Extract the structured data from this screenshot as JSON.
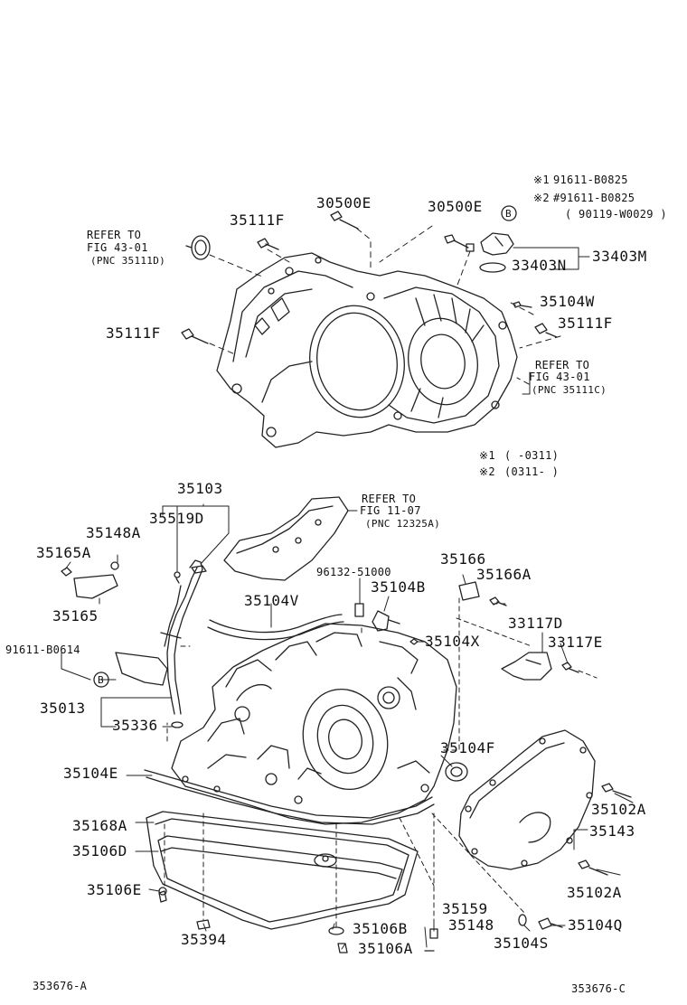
{
  "top_notes": {
    "note1_mark": "※1",
    "note1_text": "91611-B0825",
    "note2_mark": "※2",
    "note2_text": "#91611-B0825",
    "note3_text": "( 90119-W0029 )",
    "circle_b": "B"
  },
  "mid_notes": {
    "n1_mark": "※1",
    "n1_text": "(      -0311)",
    "n2_mark": "※2",
    "n2_text": "(0311-      )"
  },
  "refer_left": {
    "line1": "REFER TO",
    "line2": "FIG 43-01",
    "line3": "(PNC 35111D)"
  },
  "refer_right": {
    "line1": "REFER TO",
    "line2": "FIG 43-01",
    "line3": "(PNC 35111C)"
  },
  "refer_mid": {
    "line1": "REFER TO",
    "line2": "FIG 11-07",
    "line3": "(PNC 12325A)"
  },
  "parts": {
    "p30500E_a": "30500E",
    "p30500E_b": "30500E",
    "p35111F_a": "35111F",
    "p35111F_b": "35111F",
    "p35111F_c": "35111F",
    "p33403M": "33403M",
    "p33403N": "33403N",
    "p35104W": "35104W",
    "p35103": "35103",
    "p35519D": "35519D",
    "p35148A": "35148A",
    "p35165A": "35165A",
    "p35165": "35165",
    "p35166": "35166",
    "p35166A": "35166A",
    "p96132": "96132-51000",
    "p35104B": "35104B",
    "p35104V": "35104V",
    "p33117D": "33117D",
    "p33117E": "33117E",
    "p91611": "91611-B0614",
    "p35104X": "35104X",
    "p35013": "35013",
    "p35336": "35336",
    "p35104F": "35104F",
    "p35104E": "35104E",
    "p35102A_a": "35102A",
    "p35102A_b": "35102A",
    "p35143": "35143",
    "p35168A": "35168A",
    "p35106D": "35106D",
    "p35106E": "35106E",
    "p35159": "35159",
    "p35148": "35148",
    "p35104Q": "35104Q",
    "p35104S": "35104S",
    "p35106B": "35106B",
    "p35106A": "35106A",
    "p35394": "35394"
  },
  "footer": {
    "left_code": "353676-A",
    "right_code": "353676-C"
  },
  "circle_b_mid": "B"
}
